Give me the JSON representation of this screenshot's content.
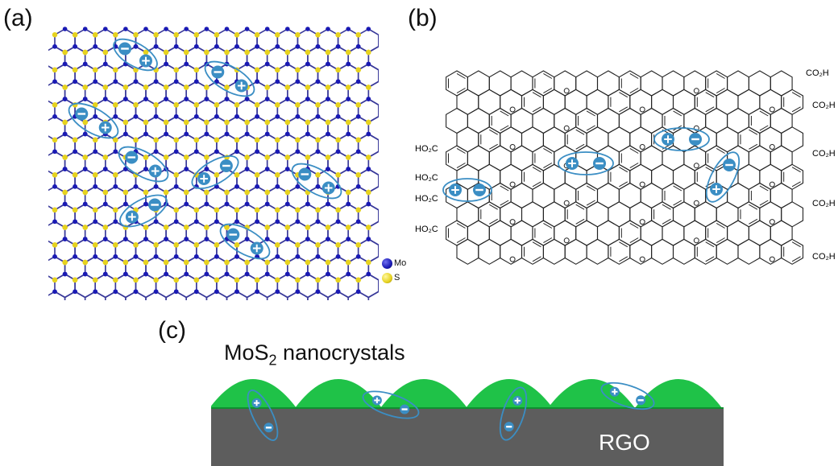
{
  "panels": {
    "a": {
      "label": "(a)",
      "legend": [
        {
          "label": "Mo",
          "color": "#1a1ab4"
        },
        {
          "label": "S",
          "color": "#e6d21e"
        }
      ]
    },
    "b": {
      "label": "(b)",
      "groups": {
        "right": [
          "CO₂H",
          "CO₂H",
          "CO₂H",
          "CO₂H",
          "CO₂H"
        ],
        "left": [
          "HO₂C",
          "HO₂C",
          "HO₂C",
          "HO₂C"
        ]
      }
    },
    "c": {
      "label": "(c)",
      "title_main": "MoS",
      "title_sub": "2",
      "title_rest": " nanocrystals",
      "substrate_label": "RGO"
    }
  },
  "colors": {
    "mo": "#1a1ab4",
    "s": "#e6d21e",
    "exciton": "#3b8ec4",
    "nanocrystal": "#1fc248",
    "rgo": "#5d5d5d"
  },
  "icons": [
    "plus-icon",
    "minus-icon"
  ]
}
